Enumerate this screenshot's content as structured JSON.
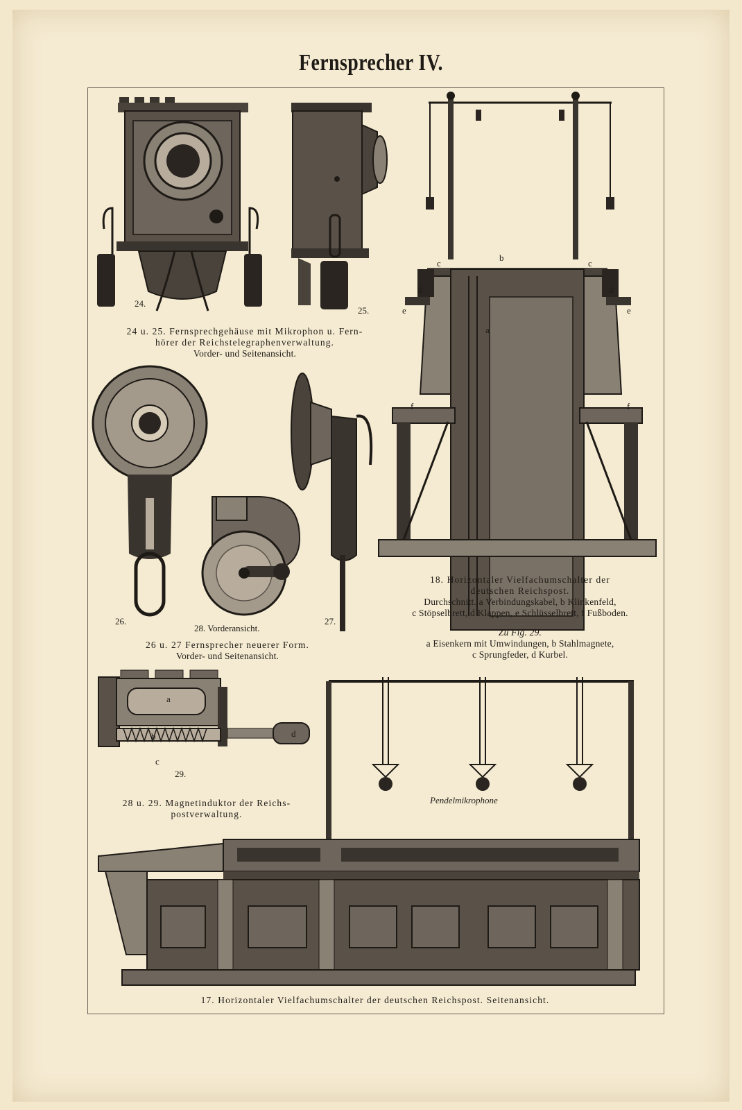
{
  "title": "Fernsprecher IV.",
  "figures": {
    "fig24_25": {
      "label_24": "24.",
      "label_25": "25.",
      "caption_line1": "24 u. 25. Fernsprechgehäuse mit Mikrophon u. Fern-",
      "caption_line2": "hörer der Reichstelegraphenverwaltung.",
      "caption_line3": "Vorder- und Seitenansicht."
    },
    "fig18": {
      "label_a": "a",
      "label_b": "b",
      "label_c": "c",
      "label_d": "d",
      "label_e": "e",
      "label_f": "f",
      "caption_line1": "18. Horizontaler Vielfachumschalter der",
      "caption_line2": "deutschen Reichspost.",
      "caption_line3": "Durchschnitt. a Verbindungskabel, b Klinkenfeld,",
      "caption_line4": "c Stöpselbrett, d Klappen, e Schlüsselbrett, f Fußboden."
    },
    "fig29_note": {
      "heading": "Zu Fig. 29.",
      "line1": "a Eisenkern mit Umwindungen, b Stahlmagnete,",
      "line2": "c Sprungfeder, d Kurbel."
    },
    "fig26_27_28": {
      "label_26": "26.",
      "label_27": "27.",
      "label_28": "28. Vorderansicht.",
      "caption_line1": "26 u. 27 Fernsprecher neuerer Form.",
      "caption_line2": "Vorder- und Seitenansicht."
    },
    "fig28_29": {
      "label_29": "29.",
      "label_a": "a",
      "label_b": "b",
      "label_c": "c",
      "label_d": "d",
      "caption_line1": "28 u. 29. Magnetinduktor der Reichs-",
      "caption_line2": "postverwaltung."
    },
    "pendel": {
      "label": "Pendelmikrophone"
    },
    "fig17": {
      "caption": "17. Horizontaler Vielfachumschalter der deutschen Reichspost. Seitenansicht."
    }
  },
  "colors": {
    "paper": "#f5ebd2",
    "ink": "#1e1a16",
    "engraving_dark": "#3a342e",
    "engraving_mid": "#6e665c"
  }
}
